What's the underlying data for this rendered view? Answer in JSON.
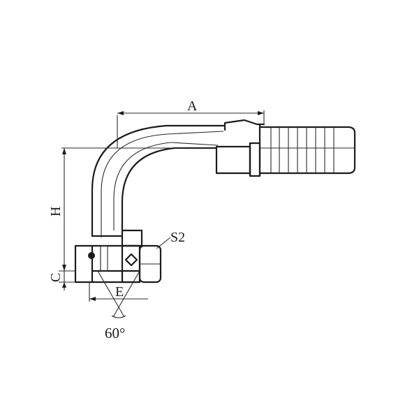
{
  "dimensions": {
    "A": "A",
    "H": "H",
    "C": "C",
    "E": "E",
    "S2": "S2",
    "angle": "60°"
  },
  "colors": {
    "line": "#1c1c1c",
    "background": "#ffffff"
  }
}
